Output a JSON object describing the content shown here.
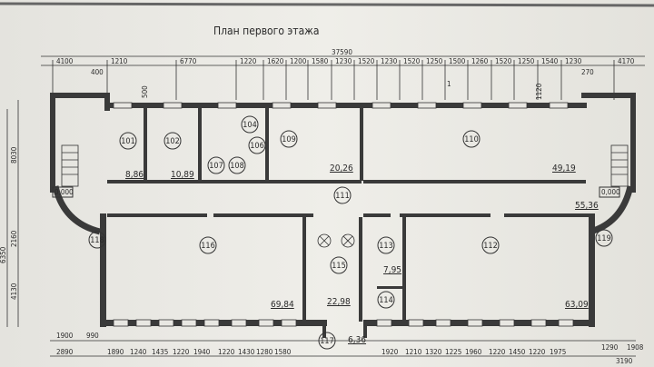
{
  "title": "План первого этажа",
  "overall_dimension": "37590",
  "top_dimensions": [
    "4100",
    "1210",
    "6770",
    "1220",
    "1620",
    "1200",
    "1580",
    "1230",
    "1520",
    "1230",
    "1520",
    "1250",
    "1500",
    "1260",
    "1520",
    "1250",
    "1540",
    "1230",
    "4170"
  ],
  "top_small_dimensions": [
    "400",
    "270",
    "500",
    "1120"
  ],
  "left_dimensions": [
    "8030",
    "6350",
    "2160",
    "4130"
  ],
  "bottom_dimensions_row1": [
    "1900",
    "990"
  ],
  "bottom_dimensions_row2_left": [
    "2890",
    "1890",
    "1240",
    "1435",
    "1220",
    "1940",
    "1220",
    "1430",
    "1280",
    "1580"
  ],
  "bottom_dimensions_row2_right": [
    "1920",
    "1210",
    "1320",
    "1225",
    "1960",
    "1220",
    "1450",
    "1220",
    "1975"
  ],
  "bottom_dimensions_right": [
    "1290",
    "1908",
    "3190"
  ],
  "section_mark": "1",
  "levels": [
    "0,000",
    "0,000"
  ],
  "rooms": [
    {
      "number": "101",
      "area": "8,86"
    },
    {
      "number": "102",
      "area": "10,89"
    },
    {
      "number": "104"
    },
    {
      "number": "106"
    },
    {
      "number": "107"
    },
    {
      "number": "108"
    },
    {
      "number": "109",
      "area": "20,26"
    },
    {
      "number": "110",
      "area": "49,19"
    },
    {
      "number": "111",
      "area": "55,36"
    },
    {
      "number": "116",
      "area": "69,84"
    },
    {
      "number": "115",
      "area": "22,98"
    },
    {
      "number": "113",
      "area": "7,95"
    },
    {
      "number": "114"
    },
    {
      "number": "112",
      "area": "63,09"
    },
    {
      "number": "117",
      "area": "6,36"
    },
    {
      "number": "118"
    },
    {
      "number": "119"
    }
  ]
}
